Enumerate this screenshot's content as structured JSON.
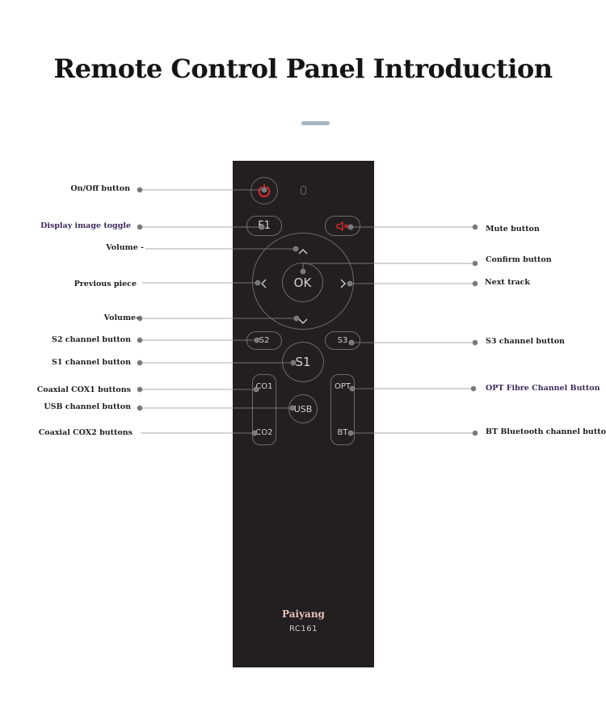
{
  "title": "Remote Control Panel Introduction",
  "remote": {
    "brand": "Paiyang",
    "model": "RC161",
    "buttons": {
      "f1": "F1",
      "ok": "OK",
      "left": "<",
      "right": ">",
      "up": "^",
      "down": "v",
      "s1": "S1",
      "s2": "S2",
      "s3": "S3",
      "co1": "CO1",
      "co2": "CO2",
      "usb": "USB",
      "opt": "OPT",
      "bt": "BT"
    }
  },
  "labels": {
    "left": {
      "power": "On/Off button",
      "display": "Display image toggle",
      "volume_up": "Volume -",
      "previous": "Previous piece",
      "volume_down": "Volume-",
      "s2": "S2 channel button",
      "s1": "S1 channel button",
      "co1": "Coaxial COX1 buttons",
      "usb": "USB channel button",
      "co2": "Coaxial COX2 buttons"
    },
    "right": {
      "mute": "Mute button",
      "confirm": "Confirm button",
      "next": "Next track",
      "s3": "S3 channel button",
      "opt": "OPT Fibre Channel Button",
      "bt": "BT Bluetooth channel button"
    }
  },
  "colors": {
    "remote_body": "#231f20",
    "accent_red": "#e0262c",
    "accent_bar": "#a7b8c4",
    "brand_text": "#e9c0bd"
  }
}
